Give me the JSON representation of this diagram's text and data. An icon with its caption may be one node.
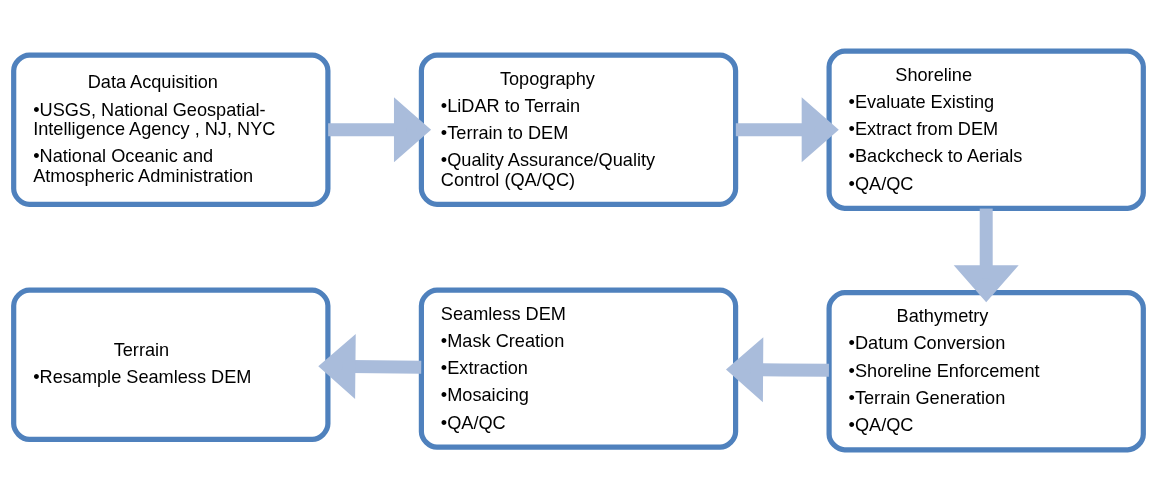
{
  "diagram": {
    "nodes": [
      {
        "text": [
          "Data Acquisition",
          "•USGS, National Geospatial-Intelligence Agency , NJ, NYC",
          "•National Oceanic and Atmospheric Administration"
        ]
      },
      {
        "text": [
          "Topography",
          "•LiDAR to Terrain",
          "•Terrain to DEM",
          "•Quality Assurance/Quality Control (QA/QC)"
        ]
      },
      {
        "text": [
          "Shoreline",
          "•Evaluate Existing",
          "•Extract from DEM",
          "•Backcheck to Aerials",
          "•QA/QC"
        ]
      },
      {
        "text": [
          "Bathymetry",
          "•Datum Conversion",
          "•Shoreline Enforcement",
          "•Terrain Generation",
          "•QA/QC"
        ]
      },
      {
        "text": [
          "Seamless DEM",
          "•Mask Creation",
          "•Extraction",
          "•Mosaicing",
          "•QA/QC"
        ]
      },
      {
        "text": [
          "Terrain",
          "•Resample Seamless DEM"
        ]
      }
    ],
    "edges": [
      {
        "from": 0,
        "to": 1,
        "arrow": "to"
      },
      {
        "from": 1,
        "to": 2,
        "arrow": "to"
      },
      {
        "from": 2,
        "to": 3,
        "arrow": "to"
      },
      {
        "from": 3,
        "to": 4,
        "arrow": "to"
      },
      {
        "from": 4,
        "to": 5,
        "arrow": "to"
      }
    ]
  }
}
